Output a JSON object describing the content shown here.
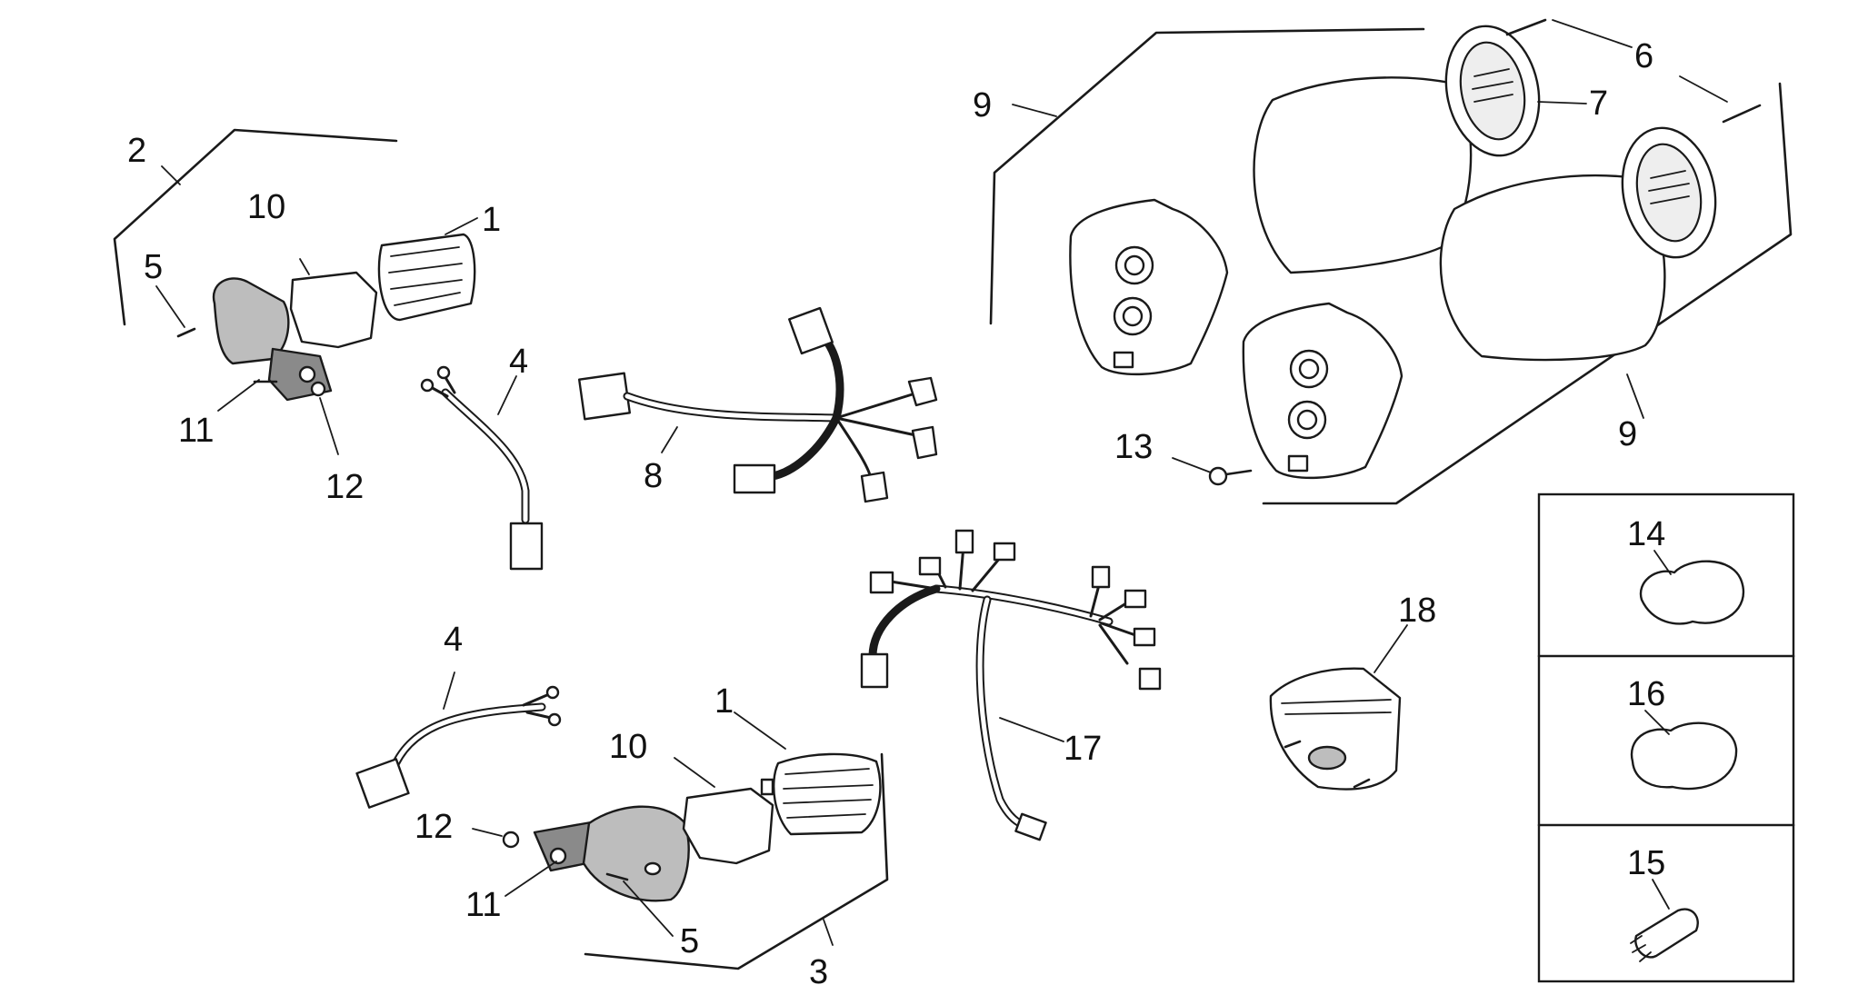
{
  "labels": {
    "l1a": "1",
    "l1b": "1",
    "l2": "2",
    "l3": "3",
    "l4a": "4",
    "l4b": "4",
    "l5a": "5",
    "l5b": "5",
    "l6": "6",
    "l7": "7",
    "l8": "8",
    "l9a": "9",
    "l9b": "9",
    "l10a": "10",
    "l10b": "10",
    "l11a": "11",
    "l11b": "11",
    "l12a": "12",
    "l12b": "12",
    "l13": "13",
    "l14": "14",
    "l15": "15",
    "l16": "16",
    "l17": "17",
    "l18": "18"
  },
  "colors": {
    "line": "#1a1a1a",
    "housing_fill": "#bdbdbd",
    "background": "#ffffff"
  }
}
